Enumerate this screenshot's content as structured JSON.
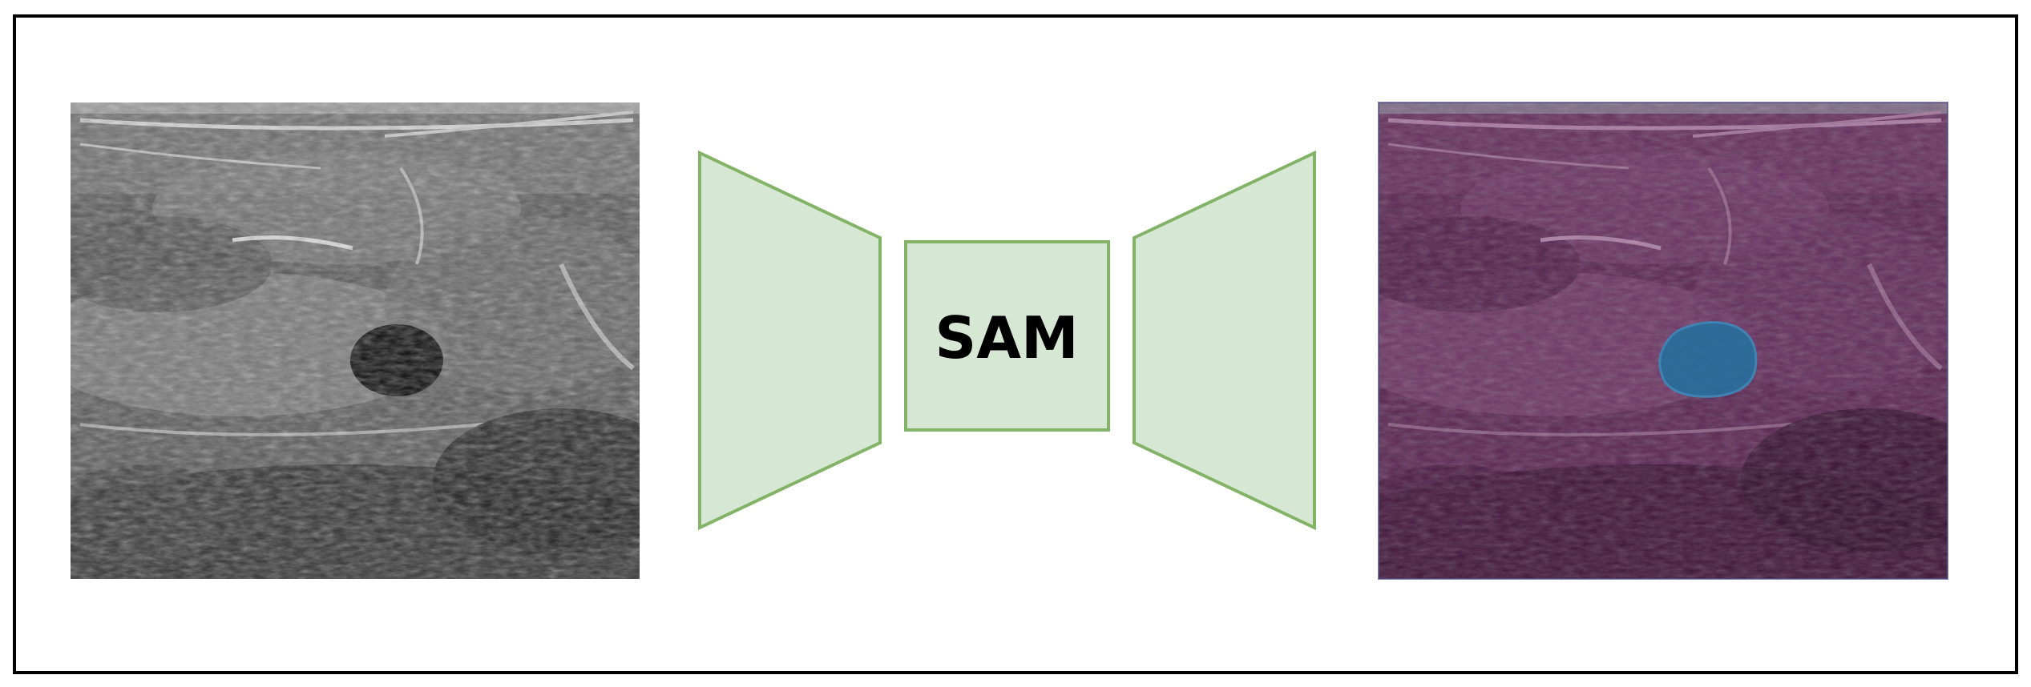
{
  "diagram": {
    "model_label": "SAM",
    "input_image": {
      "description_name": "breast-ultrasound-input",
      "base_tone": "#5a5a5a"
    },
    "output_image": {
      "description_name": "segmentation-overlay-output",
      "background_tint": "#5a1f4f",
      "mask_color": "#2a6d9a"
    },
    "colors": {
      "block_fill": "#d6e8d4",
      "block_stroke": "#82b366",
      "frame_stroke": "#000000"
    }
  }
}
